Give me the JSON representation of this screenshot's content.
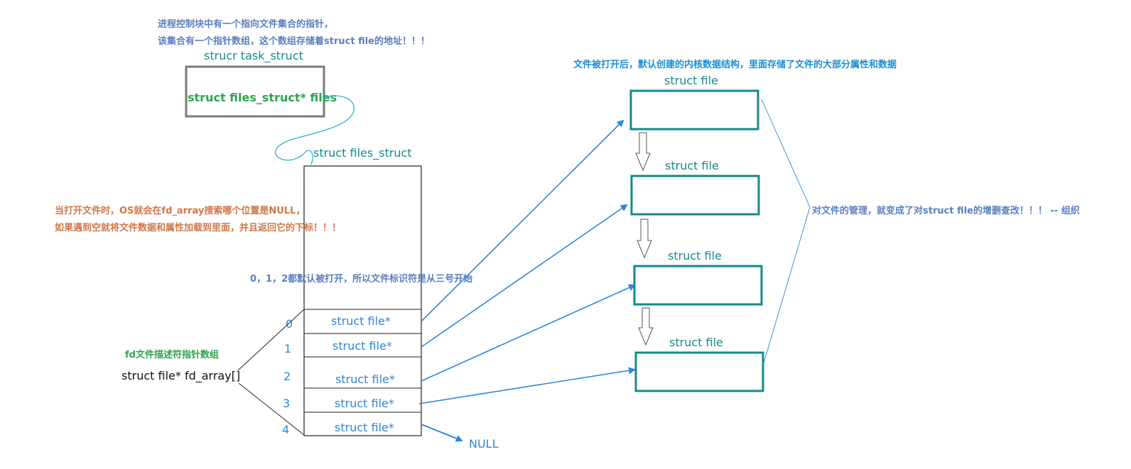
{
  "notes": {
    "pcb_line1": "进程控制块中有一个指向文件集合的指针，",
    "pcb_line2": "该集合有一个指针数组，这个数组存储着struct file的地址！！！",
    "open_line1": "当打开文件时，OS就会在fd_array搜索哪个位置是NULL，",
    "open_line2": "如果遇到空就将文件数据和属性加载到里面，并且返回它的下标！！！",
    "default_open": "0，1，2都默认被打开，所以文件标识符是从三号开始",
    "fd_array_title": "fd文件描述符指针数组",
    "kernel_struct": "文件被打开后，默认创建的内核数据结构，里面存储了文件的大部分属性和数据",
    "management": "对文件的管理，就变成了对struct file的增删查改！！！ -- 组织"
  },
  "task_struct": {
    "title": "strucr task_struct",
    "field": "struct files_struct* files"
  },
  "files_struct": {
    "title": "struct files_struct",
    "fd_array_decl": "struct file* fd_array[]",
    "slots": [
      {
        "index": "0",
        "label": "struct file*"
      },
      {
        "index": "1",
        "label": "struct file*"
      },
      {
        "index": "2",
        "label": "struct file*"
      },
      {
        "index": "3",
        "label": "struct file*"
      },
      {
        "index": "4",
        "label": "struct file*"
      }
    ]
  },
  "file_nodes": [
    {
      "title": "struct file"
    },
    {
      "title": "struct file"
    },
    {
      "title": "struct file"
    },
    {
      "title": "struct file"
    }
  ],
  "null_label": "NULL",
  "colors": {
    "teal": "#138a8a",
    "blue": "#2f86d6",
    "grey_box": "#7a7a7a"
  }
}
